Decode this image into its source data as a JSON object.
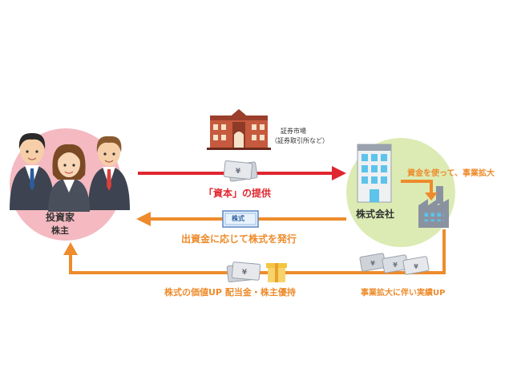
{
  "investor": {
    "title": "投資家",
    "subtitle": "株主"
  },
  "market": {
    "title": "証券市場",
    "subtitle": "（証券取引所など）"
  },
  "company": {
    "title": "株式会社"
  },
  "flows": {
    "capital": "「資本」の提供",
    "issue_shares": "出資金に応じて株式を発行",
    "returns": "株式の価値UP 配当金・株主優持",
    "business_expansion": "資金を使って、事業拡大",
    "performance_up": "事業拡大に伴い実績UP"
  },
  "share_certificate": {
    "label": "株式"
  },
  "icons": {
    "money": "yen-bill-icon",
    "building": "office-building-icon",
    "factory": "factory-icon",
    "exchange": "stock-exchange-building-icon",
    "gift": "gift-box-icon"
  },
  "colors": {
    "investor_circle": "#f4b9c1",
    "company_circle": "#dcebb4",
    "capital_arrow": "#e0262f",
    "orange_arrow": "#ee8b2c",
    "text_dark": "#333333"
  }
}
